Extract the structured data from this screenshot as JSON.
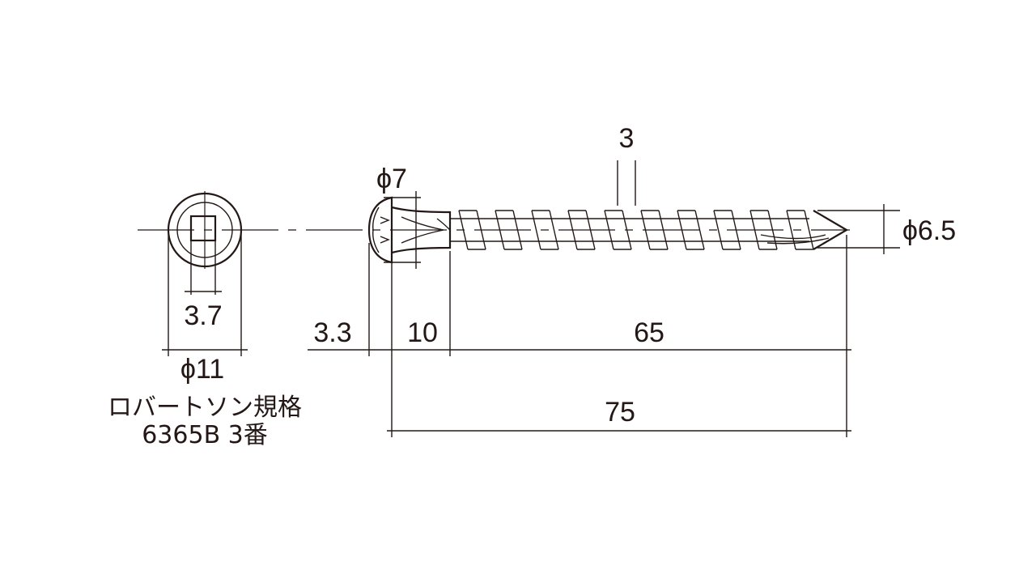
{
  "dimensions": {
    "thread_pitch": "3",
    "head_diameter": "ϕ7",
    "thread_diameter": "ϕ6.5",
    "recess_size": "3.7",
    "head_height": "3.3",
    "neck_length": "10",
    "thread_length": "65",
    "overall_length": "75",
    "top_view_diameter": "ϕ11"
  },
  "note": {
    "line1": "ロバートソン規格",
    "line2": "6365B 3番"
  },
  "colors": {
    "line": "#231815",
    "background": "#ffffff"
  }
}
